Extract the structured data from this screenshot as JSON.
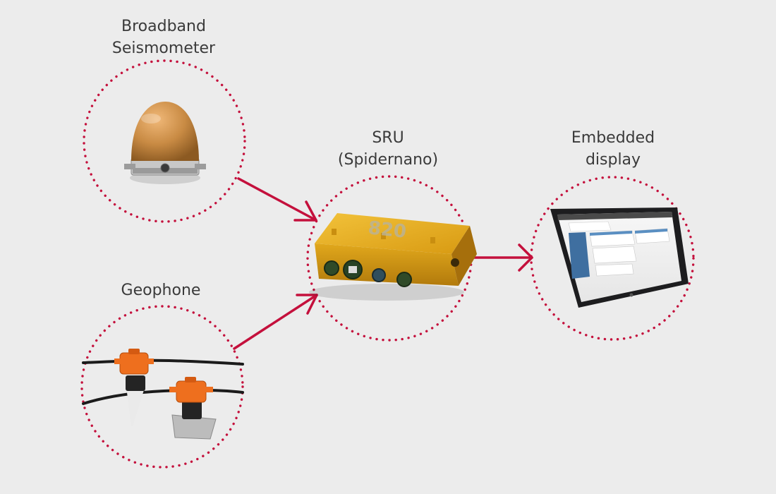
{
  "colors": {
    "background": "#ececec",
    "accent": "#c4103c",
    "label_text": "#3a3a3a"
  },
  "nodes": {
    "seismometer": {
      "label_lines": [
        "Broadband",
        "Seismometer"
      ],
      "icon": "seismometer-icon"
    },
    "sru": {
      "label_lines": [
        "SRU",
        "(Spidernano)"
      ],
      "icon": "spidernano-unit-icon"
    },
    "display": {
      "label_lines": [
        "Embedded",
        "display"
      ],
      "icon": "tablet-icon"
    },
    "geophone": {
      "label_lines": [
        "Geophone"
      ],
      "icon": "geophone-icon"
    }
  },
  "device_text": {
    "box_logo": "820"
  },
  "edges": [
    {
      "from": "seismometer",
      "to": "sru"
    },
    {
      "from": "geophone",
      "to": "sru"
    },
    {
      "from": "sru",
      "to": "display"
    }
  ]
}
